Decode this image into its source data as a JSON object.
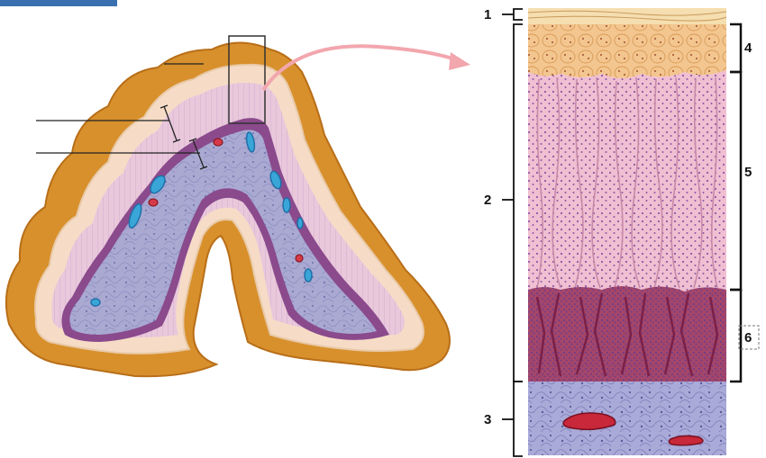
{
  "diagram": {
    "labels": [
      {
        "id": "1",
        "text": "1"
      },
      {
        "id": "2",
        "text": "2"
      },
      {
        "id": "3",
        "text": "3"
      },
      {
        "id": "4",
        "text": "4"
      },
      {
        "id": "5",
        "text": "5"
      },
      {
        "id": "6",
        "text": "6"
      }
    ],
    "colors": {
      "cortex_tan": "#d8902c",
      "cortex_light": "#e9b25a",
      "capsule_pink": "#f6dcc6",
      "zona_glom": "#f2c38f",
      "zona_fasc": "#efb6c9",
      "zona_retic": "#a4466a",
      "medulla": "#a9a9d2",
      "arrow": "#f2a6ad",
      "vessel_blue": "#3aa6d8",
      "vessel_red": "#d63a48"
    }
  }
}
